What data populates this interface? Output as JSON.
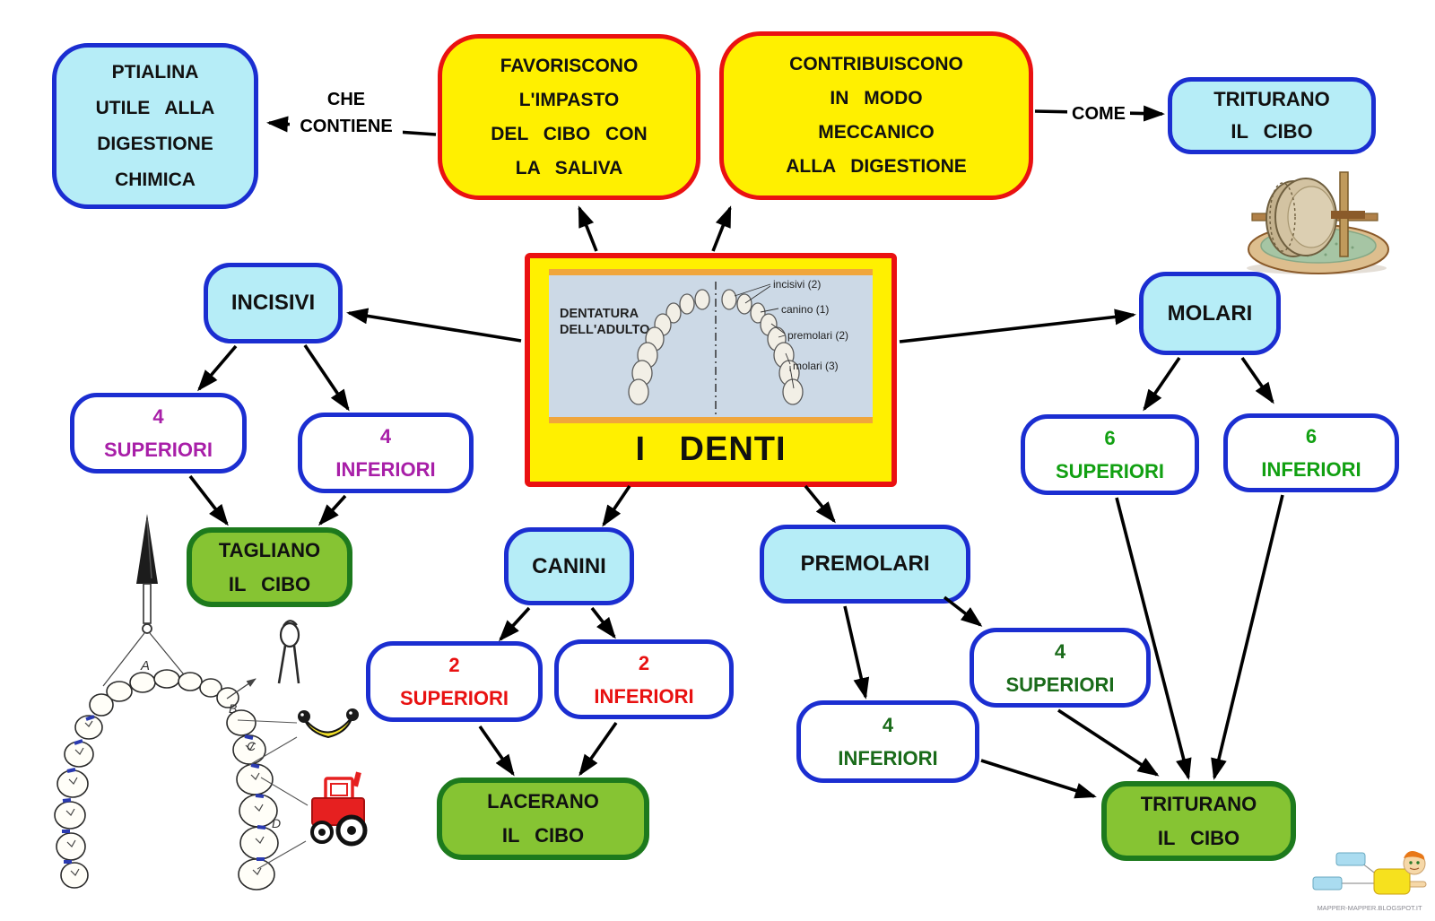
{
  "page": {
    "credit": "MAPPER-MAPPER.BLOGSPOT.IT"
  },
  "colors": {
    "node_fill_cyan": "#b6edf7",
    "node_border_blue": "#1b2ed1",
    "node_fill_yellow": "#fff000",
    "node_border_red": "#ea1111",
    "node_fill_green": "#86c433",
    "node_border_dark_green": "#1d7a1d",
    "text_purple": "#a81fa8",
    "text_red": "#e81111",
    "text_dark_green": "#1a6b1a",
    "text_bright_green": "#12a012",
    "text_black": "#111111"
  },
  "center": {
    "title": "I DENTI",
    "photo_caption_line1": "DENTATURA",
    "photo_caption_line2": "DELL'ADULTO",
    "annotations": [
      "incisivi (2)",
      "canino (1)",
      "premolari (2)",
      "molari (3)"
    ]
  },
  "edge_labels": {
    "che": "CHE",
    "contiene": "CONTIENE",
    "come": "COME"
  },
  "nodes": {
    "ptialina": {
      "lines": [
        "PTIALINA",
        "UTILE ALLA",
        "DIGESTIONE",
        "CHIMICA"
      ]
    },
    "favoriscono": {
      "lines": [
        "FAVORISCONO",
        "L'IMPASTO",
        "DEL CIBO CON",
        "LA SALIVA"
      ]
    },
    "contribuiscono": {
      "lines": [
        "CONTRIBUISCONO",
        "IN MODO",
        "MECCANICO",
        "ALLA DIGESTIONE"
      ]
    },
    "triturano_top": {
      "lines": [
        "TRITURANO",
        "IL CIBO"
      ]
    },
    "incisivi": {
      "label": "INCISIVI"
    },
    "incisivi_sup": {
      "lines": [
        "4",
        "SUPERIORI"
      ]
    },
    "incisivi_inf": {
      "lines": [
        "4",
        "INFERIORI"
      ]
    },
    "tagliano": {
      "lines": [
        "TAGLIANO",
        "IL CIBO"
      ]
    },
    "canini": {
      "label": "CANINI"
    },
    "canini_sup": {
      "lines": [
        "2",
        "SUPERIORI"
      ]
    },
    "canini_inf": {
      "lines": [
        "2",
        "INFERIORI"
      ]
    },
    "lacerano": {
      "lines": [
        "LACERANO",
        "IL CIBO"
      ]
    },
    "premolari": {
      "label": "PREMOLARI"
    },
    "premolari_sup": {
      "lines": [
        "4",
        "SUPERIORI"
      ]
    },
    "premolari_inf": {
      "lines": [
        "4",
        "INFERIORI"
      ]
    },
    "molari": {
      "label": "MOLARI"
    },
    "molari_sup": {
      "lines": [
        "6",
        "SUPERIORI"
      ]
    },
    "molari_inf": {
      "lines": [
        "6",
        "INFERIORI"
      ]
    },
    "triturano_bottom": {
      "lines": [
        "TRITURANO",
        "IL CIBO"
      ]
    }
  },
  "sketch": {
    "labels": [
      "A",
      "B",
      "C",
      "D"
    ]
  }
}
